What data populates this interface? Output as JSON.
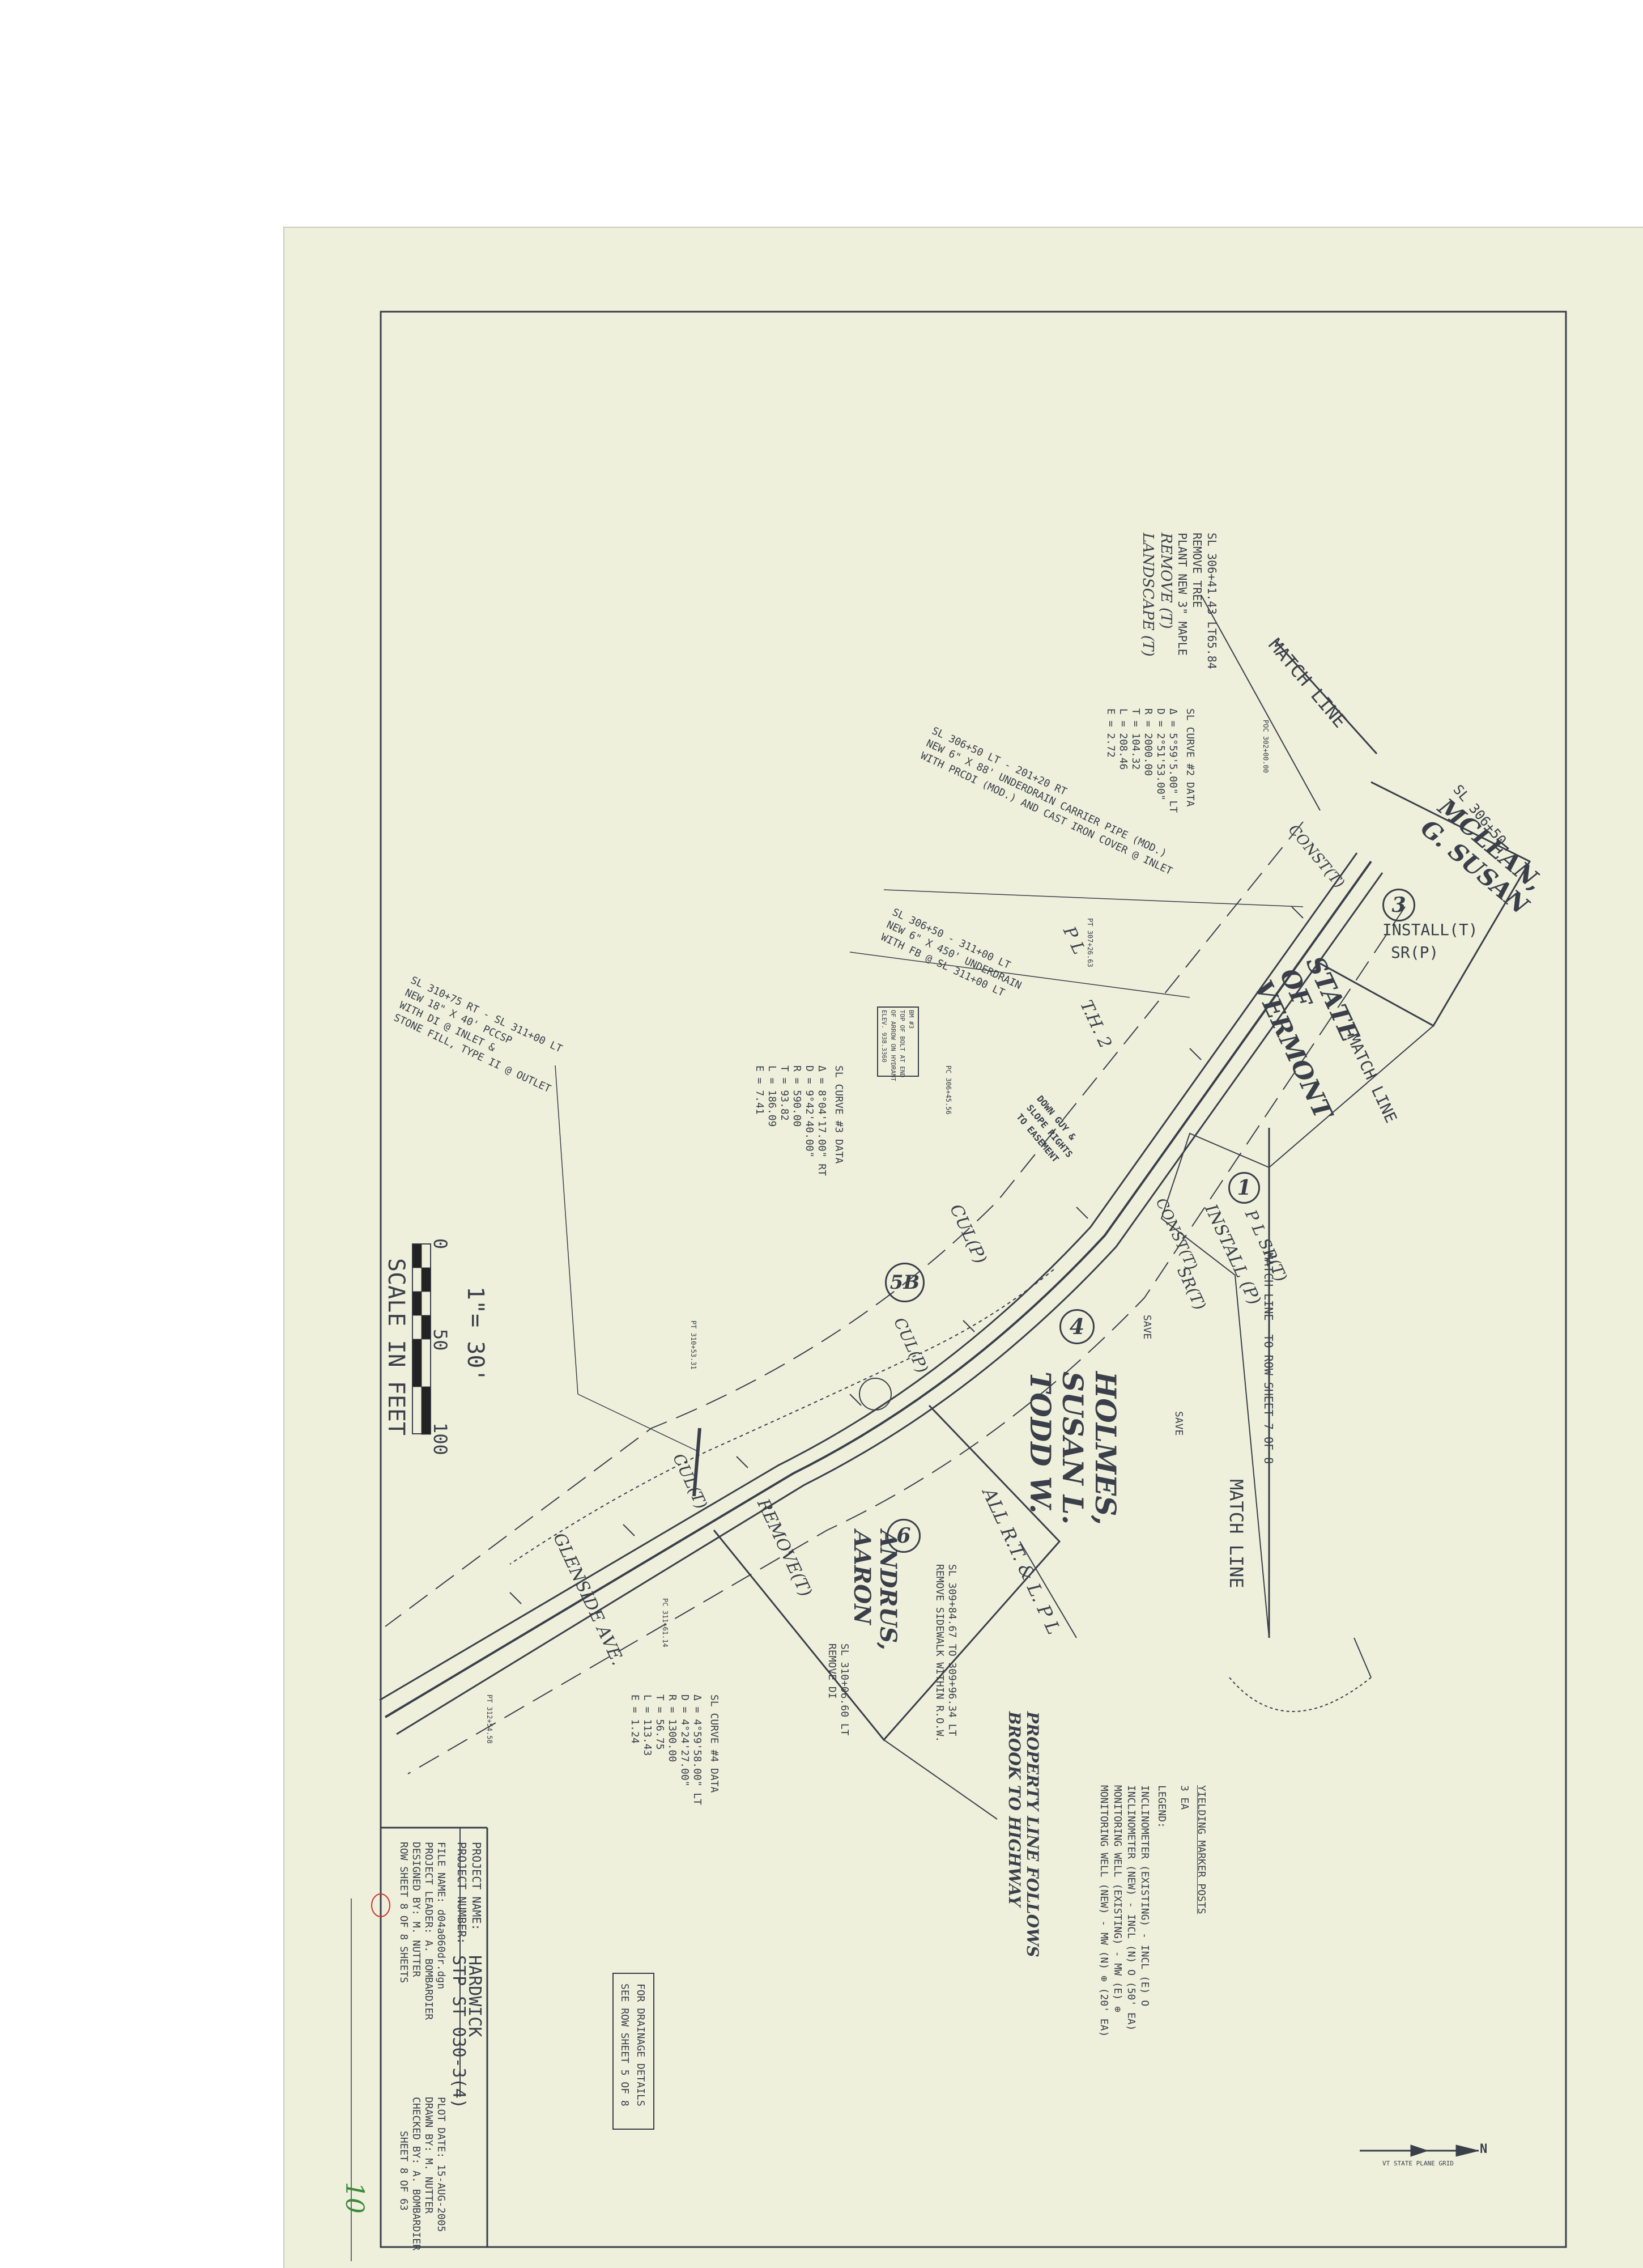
{
  "title_block": {
    "project_name_label": "PROJECT NAME:",
    "project_name": "HARDWICK",
    "project_number_label": "PROJECT NUMBER:",
    "project_number": "STP ST 030-3(4)",
    "file_name": "FILE NAME: d04a060dr.dgn",
    "project_leader": "PROJECT LEADER: A. BOMBARDIER",
    "designed_by": "DESIGNED BY: M. NUTTER",
    "row_sheet": "ROW SHEET 8 OF 8 SHEETS",
    "plot_date": "PLOT DATE: 15-AUG-2005",
    "drawn_by": "DRAWN BY: M. NUTTER",
    "checked_by": "CHECKED BY: A. BOMBARDIER",
    "sheet": "SHEET 8 OF 63"
  },
  "drainage_note": [
    "FOR DRAINAGE DETAILS",
    "SEE ROW SHEET 5 OF 8"
  ],
  "legend": {
    "yielding": "YIELDING MARKER POSTS",
    "ea": "3 EA",
    "title": "LEGEND:",
    "items": [
      "INCLINOMETER (EXISTING) - INCL (E) O",
      "INCLINOMETER (NEW) - INCL (N) O (50' EA)",
      "MONITORING WELL (EXISTING) - MW (E) ⊕",
      "MONITORING WELL (NEW) - MW (N) ⊕ (20' EA)"
    ]
  },
  "north_arrow": {
    "label": "VT STATE PLANE GRID",
    "n": "N"
  },
  "scale": {
    "ratio": "1\"= 30'",
    "caption": "SCALE IN FEET",
    "ticks": [
      "0",
      "50",
      "100"
    ]
  },
  "owners": [
    {
      "num": "1",
      "name": ""
    },
    {
      "num": "3",
      "name": "MCLEAN, G. SUSAN"
    },
    {
      "num": "4",
      "name": "HOLMES, SUSAN L. TODD W."
    },
    {
      "num": "5B",
      "name": ""
    },
    {
      "num": "6",
      "name": "ANDRUS, AARON"
    }
  ],
  "state": "STATE OF VERMONT",
  "match_lines": {
    "top": "MATCH LINE",
    "right": "MATCH LINE",
    "right_note": "MATCH LINE  TO ROW SHEET 7 OF 8",
    "corner": "MATCH LINE"
  },
  "notes": {
    "landscape": [
      "SL 306+41.43 LT65.84",
      "REMOVE TREE",
      "PLANT NEW 3\" MAPLE",
      "REMOVE (T)",
      "LANDSCAPE (T)"
    ],
    "curve2": [
      "SL CURVE #2 DATA",
      "Δ = 5°59'5.00\" LT",
      "D = 2°51'53.00\"",
      "R = 2000.00",
      "T = 104.32",
      "L = 208.46",
      "E = 2.72"
    ],
    "underdrain_carrier": [
      "SL 306+50 LT - 201+20 RT",
      "NEW 6\" X 88' UNDERDRAIN CARRIER PIPE (MOD.)",
      "WITH PRCDI (MOD.) AND CAST IRON COVER @ INLET"
    ],
    "underdrain": [
      "SL 306+50 - 311+00 LT",
      "NEW 6\" X 450' UNDERDRAIN",
      "WITH FB @ SL 311+00 LT"
    ],
    "bm": [
      "BM #3",
      "TOP OF BOLT AT END",
      "OF ARROW ON HYDRANT",
      "ELEV. 938.3360"
    ],
    "curve3": [
      "SL CURVE #3 DATA",
      "Δ = 8°04'17.00\" RT",
      "D = 9°42'40.00\"",
      "R = 590.00",
      "T = 93.82",
      "L = 186.09",
      "E = 7.41"
    ],
    "pipe": [
      "SL 310+75 RT - SL 311+00 LT",
      "NEW 18\" X 40' PCCSP",
      "WITH DI @ INLET &",
      "STONE FILL, TYPE II @ OUTLET"
    ],
    "curve4": [
      "SL CURVE #4 DATA",
      "Δ = 4°59'58.00\" LT",
      "D = 4°24'27.00\"",
      "R = 1300.00",
      "T = 56.75",
      "L = 113.43",
      "E = 1.24"
    ],
    "sidewalk": [
      "SL 309+84.67 TO 309+96.34 LT",
      "REMOVE SIDEWALK WITHIN R.O.W."
    ],
    "remove_di": [
      "SL 310+06.60 LT",
      "REMOVE DI"
    ],
    "property": [
      "PROPERTY LINE FOLLOWS",
      "BROOK TO HIGHWAY"
    ]
  },
  "plan_labels": {
    "all_rights": "ALL R.T. & L. P L",
    "install_p": "INSTALL (P)",
    "sr_t": "SR(T)",
    "pl_sr": "P L SR(T)",
    "const_t": "CONST(T)",
    "install_t": "INSTALL(T)",
    "sr_p": "SR(P)",
    "const_t_top": "CONST(T)",
    "th": "T.H. 2",
    "pl": "P L",
    "cul_p": "CUL(P)",
    "cul_p2": "CUL(P)",
    "cul_t": "CUL(T)",
    "remove_t": "REMOVE(T)",
    "glenside": "GLENSIDE AVE.",
    "easement": [
      "DOWN GUY &",
      "SLOPE RIGHTS",
      "TO EASEMENT"
    ],
    "save1": "SAVE",
    "save2": "SAVE",
    "sl_top": "SL 306+50",
    "pc": "PC 306+45.56",
    "pt": "PT 307+26.63",
    "poc": "POC 302+00.00",
    "pt2": "PT 310+53.31",
    "pc2": "PC 311+61.14",
    "pt3": "PT 312+54.58",
    "hand_mark": "10"
  }
}
